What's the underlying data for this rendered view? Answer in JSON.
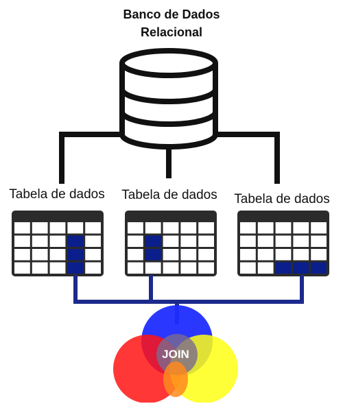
{
  "title_line1": "Banco de Dados",
  "title_line2": "Relacional",
  "tables": [
    {
      "label": "Tabela de dados",
      "highlight": "column"
    },
    {
      "label": "Tabela de dados",
      "highlight": "column-short"
    },
    {
      "label": "Tabela de dados",
      "highlight": "row"
    }
  ],
  "join_label": "JOIN",
  "icons": [
    "database-icon",
    "table-icon",
    "venn-diagram-icon"
  ],
  "colors": {
    "line": "#111111",
    "table_header": "#2b2b2b",
    "highlight": "#0a1f8c",
    "connector": "#1c2a8c",
    "venn_blue": "#1f2cff",
    "venn_red": "#ff1414",
    "venn_yellow": "#ffff14"
  }
}
